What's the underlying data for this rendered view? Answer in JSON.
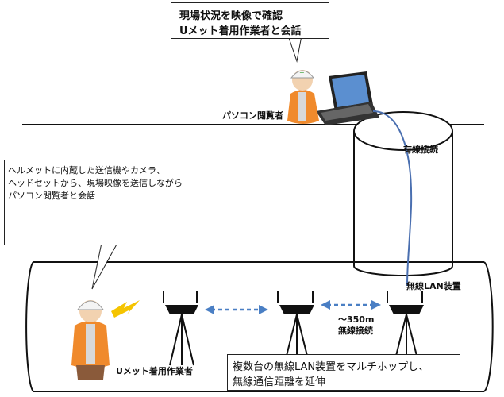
{
  "top_callout": {
    "line1": "現場状況を映像で確認",
    "line2": "Uメット着用作業者と会話"
  },
  "left_callout": {
    "line1": "ヘルメットに内蔵した送信機やカメラ、",
    "line2": "ヘッドセットから、現場映像を送信しながら",
    "line3": "パソコン閲覧者と会話"
  },
  "bottom_callout": {
    "line1": "複数台の無線LAN装置をマルチホップし、",
    "line2": "無線通信距離を延伸"
  },
  "labels": {
    "pc_viewer": "パソコン閲覧者",
    "wired": "有線接続",
    "wireless_lan_device": "無線LAN装置",
    "worker": "Uメット着用作業者",
    "range": "～350m",
    "wireless": "無線接続"
  },
  "colors": {
    "cable": "#4a6fb0",
    "arrow": "#4a7fc4",
    "vest": "#f08a2c",
    "lightning": "#f5c400"
  }
}
